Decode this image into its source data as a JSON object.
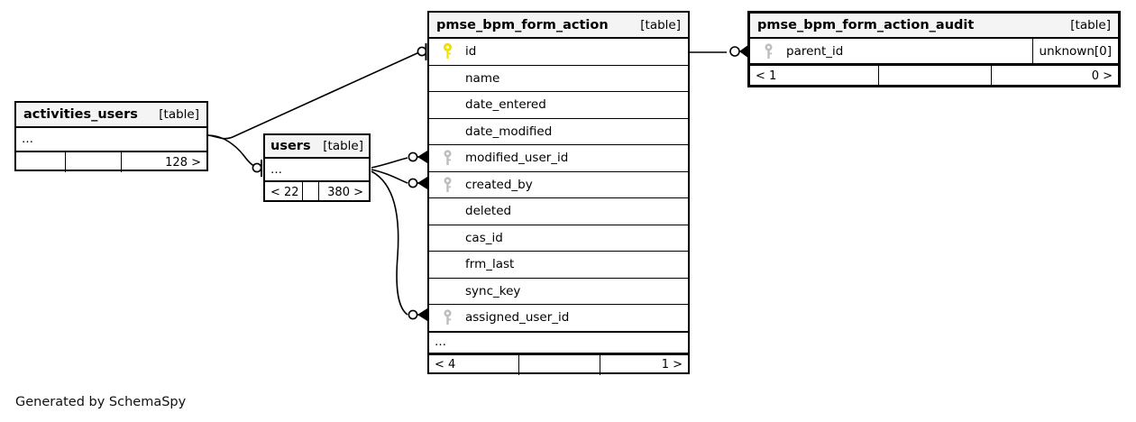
{
  "diagram": {
    "generator_caption": "Generated by SchemaSpy",
    "table_tag": "[table]",
    "ellipsis": "…",
    "colors": {
      "primary_key": "#f2e600",
      "foreign_key": "#bdbdbd",
      "header_bg": "#f4f4f4",
      "border": "#000000",
      "background": "#ffffff"
    }
  },
  "tables": {
    "pmse_bpm_form_action": {
      "name": "pmse_bpm_form_action",
      "tag": "[table]",
      "columns": [
        {
          "name": "id",
          "key": "primary"
        },
        {
          "name": "name",
          "key": "none"
        },
        {
          "name": "date_entered",
          "key": "none"
        },
        {
          "name": "date_modified",
          "key": "none"
        },
        {
          "name": "modified_user_id",
          "key": "foreign"
        },
        {
          "name": "created_by",
          "key": "foreign"
        },
        {
          "name": "deleted",
          "key": "none"
        },
        {
          "name": "cas_id",
          "key": "none"
        },
        {
          "name": "frm_last",
          "key": "none"
        },
        {
          "name": "sync_key",
          "key": "none"
        },
        {
          "name": "assigned_user_id",
          "key": "foreign"
        }
      ],
      "more_indicator": "…",
      "footer": {
        "left": "< 4",
        "middle": "",
        "right": "1 >"
      }
    },
    "pmse_bpm_form_action_audit": {
      "name": "pmse_bpm_form_action_audit",
      "tag": "[table]",
      "columns": [
        {
          "name": "parent_id",
          "key": "foreign",
          "type": "unknown[0]"
        }
      ],
      "footer": {
        "left": "< 1",
        "middle": "",
        "right": "0 >"
      }
    },
    "activities_users": {
      "name": "activities_users",
      "tag": "[table]",
      "more_indicator": "…",
      "footer": {
        "left": "",
        "middle": "",
        "right": "128 >"
      }
    },
    "users": {
      "name": "users",
      "tag": "[table]",
      "more_indicator": "…",
      "footer": {
        "left": "< 22",
        "middle": "",
        "right": "380 >"
      }
    }
  },
  "relationships": [
    {
      "from": "activities_users",
      "to": "pmse_bpm_form_action.id",
      "from_cardinality": "one",
      "to_cardinality": "one-optional"
    },
    {
      "from": "activities_users",
      "to": "users",
      "from_cardinality": "one",
      "to_cardinality": "one-optional"
    },
    {
      "from": "users",
      "to": "pmse_bpm_form_action.modified_user_id",
      "from_cardinality": "one",
      "to_cardinality": "many-optional"
    },
    {
      "from": "users",
      "to": "pmse_bpm_form_action.created_by",
      "from_cardinality": "one",
      "to_cardinality": "many-optional"
    },
    {
      "from": "users",
      "to": "pmse_bpm_form_action.assigned_user_id",
      "from_cardinality": "one",
      "to_cardinality": "many-optional"
    },
    {
      "from": "pmse_bpm_form_action",
      "to": "pmse_bpm_form_action_audit.parent_id",
      "from_cardinality": "one",
      "to_cardinality": "many-optional"
    }
  ]
}
